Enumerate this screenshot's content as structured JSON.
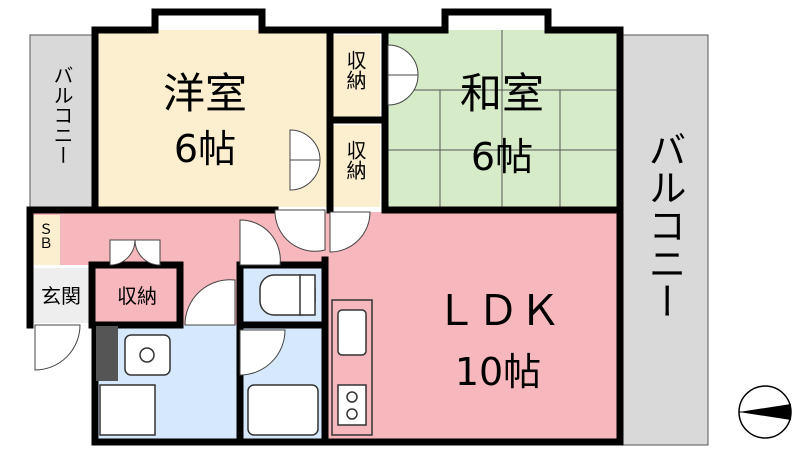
{
  "rooms": {
    "western": {
      "name": "洋室",
      "size": "6帖"
    },
    "japanese": {
      "name": "和室",
      "size": "6帖"
    },
    "ldk": {
      "name": "ＬＤＫ",
      "size": "10帖"
    },
    "storage_top": "収納",
    "storage_mid": "収納",
    "storage_hall": "収納",
    "entrance": "玄関",
    "shoebox": "ＳＢ"
  },
  "balconies": {
    "left": "バルコニー",
    "right": "バルコニー"
  },
  "colors": {
    "western": "#fcefd0",
    "japanese": "#d6ecc9",
    "ldk": "#f7b8bd",
    "wet": "#d6e8fb",
    "balcony": "#d9d9d9",
    "wall": "#000000"
  },
  "compass": {
    "icon": "north-arrow-icon"
  }
}
